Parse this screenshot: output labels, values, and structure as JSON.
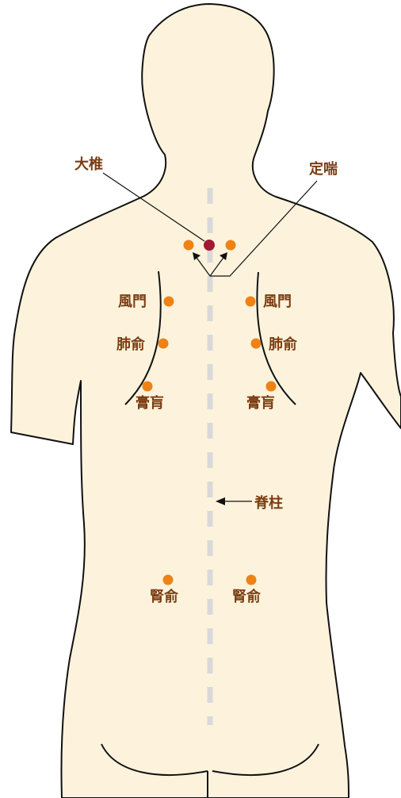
{
  "colors": {
    "skin": "#fdf3dc",
    "outline": "#111111",
    "label": "#7a3d12",
    "point": "#ee8215",
    "central_point": "#a31834",
    "spine": "#d9d9d9",
    "background": "#ffffff"
  },
  "labels": {
    "dazhui": "大椎",
    "dingchuan": "定喘",
    "fengmen_left": "風門",
    "fengmen_right": "風門",
    "feishu_left": "肺俞",
    "feishu_right": "肺俞",
    "gaohuang_left": "膏肓",
    "gaohuang_right": "膏肓",
    "spine": "脊柱",
    "shenshu_left": "腎俞",
    "shenshu_right": "腎俞"
  }
}
